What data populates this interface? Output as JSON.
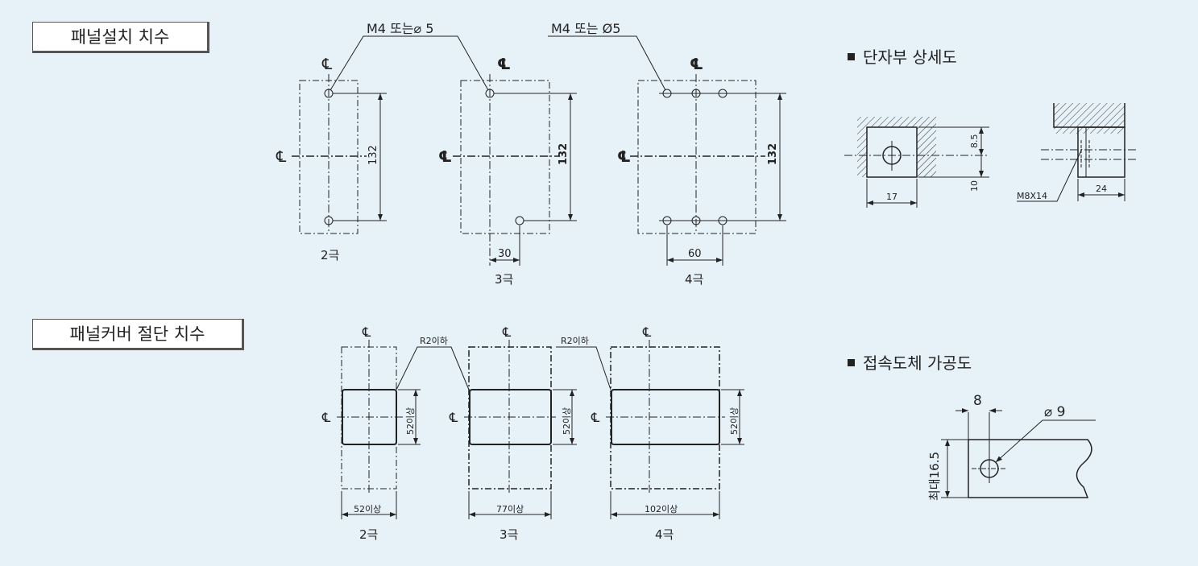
{
  "section1": {
    "title": "패널설치 치수",
    "hole_callout_1": "M4 또는⌀ 5",
    "hole_callout_2": "M4 또는 Ø5",
    "dim_132": "132",
    "dim_30": "30",
    "dim_60": "60",
    "pole_2": "2극",
    "pole_3": "3극",
    "pole_4": "4극"
  },
  "section2": {
    "title": "패널커버 절단 치수",
    "radius_note": "R2이하",
    "dim_height": "52이상",
    "dim_w2": "52이상",
    "dim_w3": "77이상",
    "dim_w4": "102이상",
    "pole_2": "2극",
    "pole_3": "3극",
    "pole_4": "4극"
  },
  "terminal_detail": {
    "title": "단자부 상세도",
    "dim_8_5": "8.5",
    "dim_10": "10",
    "dim_17": "17",
    "bolt": "M8X14",
    "dim_24": "24"
  },
  "conductor_detail": {
    "title": "접속도체 가공도",
    "dim_8": "8",
    "dim_dia9": "⌀ 9",
    "dim_max": "최대16.5"
  },
  "centerline_symbol": "℄"
}
